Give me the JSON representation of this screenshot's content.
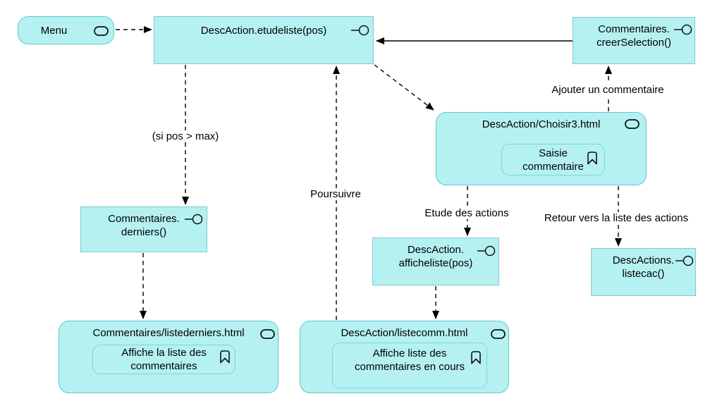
{
  "diagram_type": "web-flow-uml-diagram",
  "palette": {
    "node_fill": "#b5f1f1",
    "rect_node_border": "#86c6cc",
    "round_node_border": "#5fc6ce",
    "inner_node_border": "#82d2d8",
    "line_color": "#000000",
    "background": "#ffffff"
  },
  "icons": {
    "page_icon": "stadium-icon",
    "interface_icon": "lollipop-icon",
    "action_icon": "bookmark-icon"
  },
  "nodes": {
    "menu": {
      "label": "Menu"
    },
    "etudeliste": {
      "label": "DescAction.etudeliste(pos)"
    },
    "creer_selection": {
      "label": "Commentaires.\ncreerSelection()"
    },
    "choisir3": {
      "title": "DescAction/Choisir3.html",
      "action_label": "Saisie\ncommentaire"
    },
    "derniers": {
      "label": "Commentaires.\nderniers()"
    },
    "listederniers": {
      "title": "Commentaires/listederniers.html",
      "action_label": "Affiche la liste des\ncommentaires"
    },
    "afficheliste": {
      "label": "DescAction.\nafficheliste(pos)"
    },
    "listecomm": {
      "title": "DescAction/listecomm.html",
      "action_label": "Affiche liste des\ncommentaires en cours"
    },
    "listecac": {
      "label": "DescActions.\nlistecac()"
    }
  },
  "edge_labels": {
    "si_pos_max": "(si pos > max)",
    "poursuivre": "Poursuivre",
    "etude_des_actions": "Etude des actions",
    "ajouter_un_commentaire": "Ajouter un commentaire",
    "retour_liste_actions": "Retour vers la liste des actions"
  }
}
